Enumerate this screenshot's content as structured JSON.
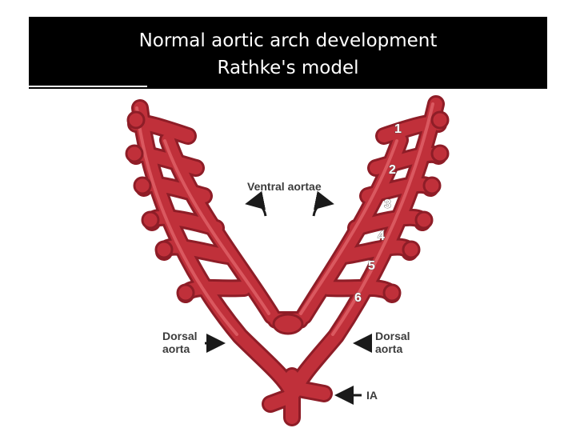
{
  "title": {
    "line1": "Normal aortic arch development",
    "line2": "Rathke's model"
  },
  "labels": {
    "ventral_aortae": "Ventral aortae",
    "dorsal_left_1": "Dorsal",
    "dorsal_left_2": "aorta",
    "dorsal_right_1": "Dorsal",
    "dorsal_right_2": "aorta",
    "ia": "IA"
  },
  "arch_numbers": [
    "1",
    "2",
    "3",
    "4",
    "5",
    "6"
  ],
  "colors": {
    "vessel": "#c0303a",
    "vessel_dark": "#8e1d27",
    "vessel_highlight": "#e56a70",
    "title_background": "#000000",
    "title_text": "#ffffff",
    "label_text": "#3c3c3c"
  }
}
